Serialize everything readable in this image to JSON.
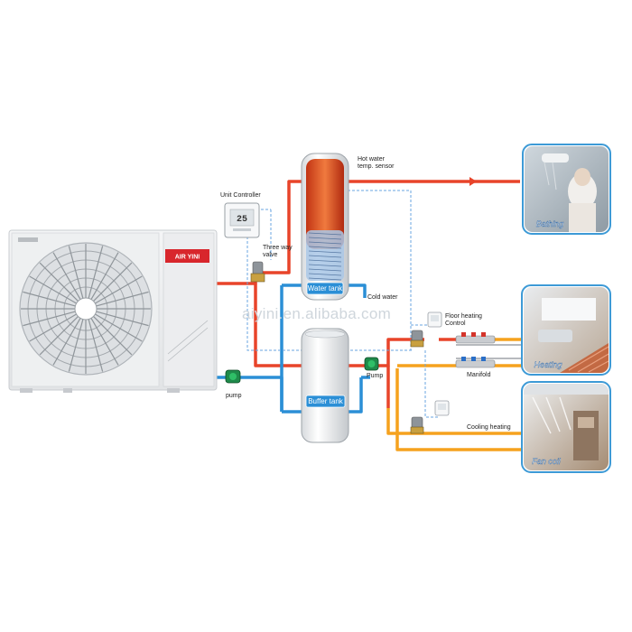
{
  "brand": "AIR YINI",
  "watermark": "aiyini.en.alibaba.com",
  "thermostat_display": "25",
  "labels": {
    "unit_controller": "Unit Controller",
    "three_way_valve_1": "Three way",
    "three_way_valve_2": "valve",
    "pump_main": "pump",
    "pump_secondary": "Pump",
    "hot_water_sensor_1": "Hot water",
    "hot_water_sensor_2": "temp. sensor",
    "cold_water": "Cold water",
    "water_tank": "Water tank",
    "buffer_tank": "Buffer tank",
    "floor_heating_control_1": "Floor heating",
    "floor_heating_control_2": "Control",
    "manifold": "Manifold",
    "cooling_heating": "Cooling heating",
    "bathing": "Bathing",
    "heating": "Heating",
    "fan_coil": "Fan coil"
  },
  "colors": {
    "hot_pipe": "#e8442a",
    "cold_pipe": "#2b8fd6",
    "fan_coil_pipe": "#f5a21e",
    "control_wire": "#6aa6e0",
    "frame_blue": "#3d9ad6"
  }
}
